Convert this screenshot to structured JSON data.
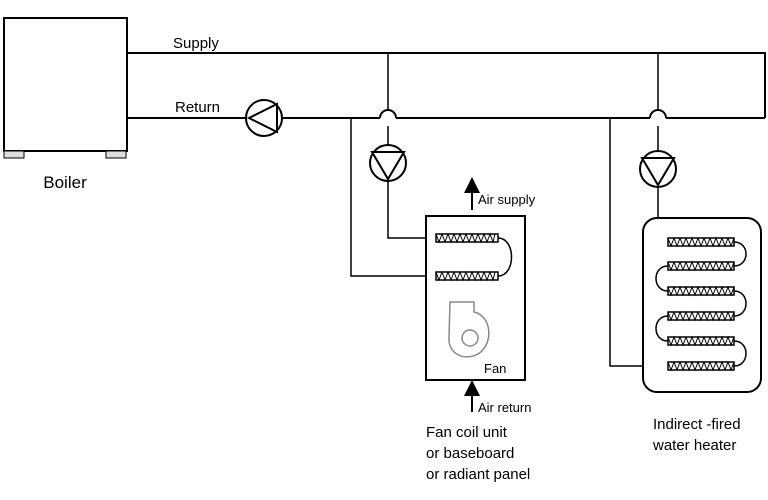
{
  "labels": {
    "supply": "Supply",
    "return": "Return",
    "boiler": "Boiler",
    "air_supply": "Air supply",
    "air_return": "Air return",
    "fan": "Fan",
    "fan_coil_line1": "Fan coil unit",
    "fan_coil_line2": "or baseboard",
    "fan_coil_line3": "or radiant panel",
    "heater_line1": "Indirect -fired",
    "heater_line2": "water heater"
  }
}
